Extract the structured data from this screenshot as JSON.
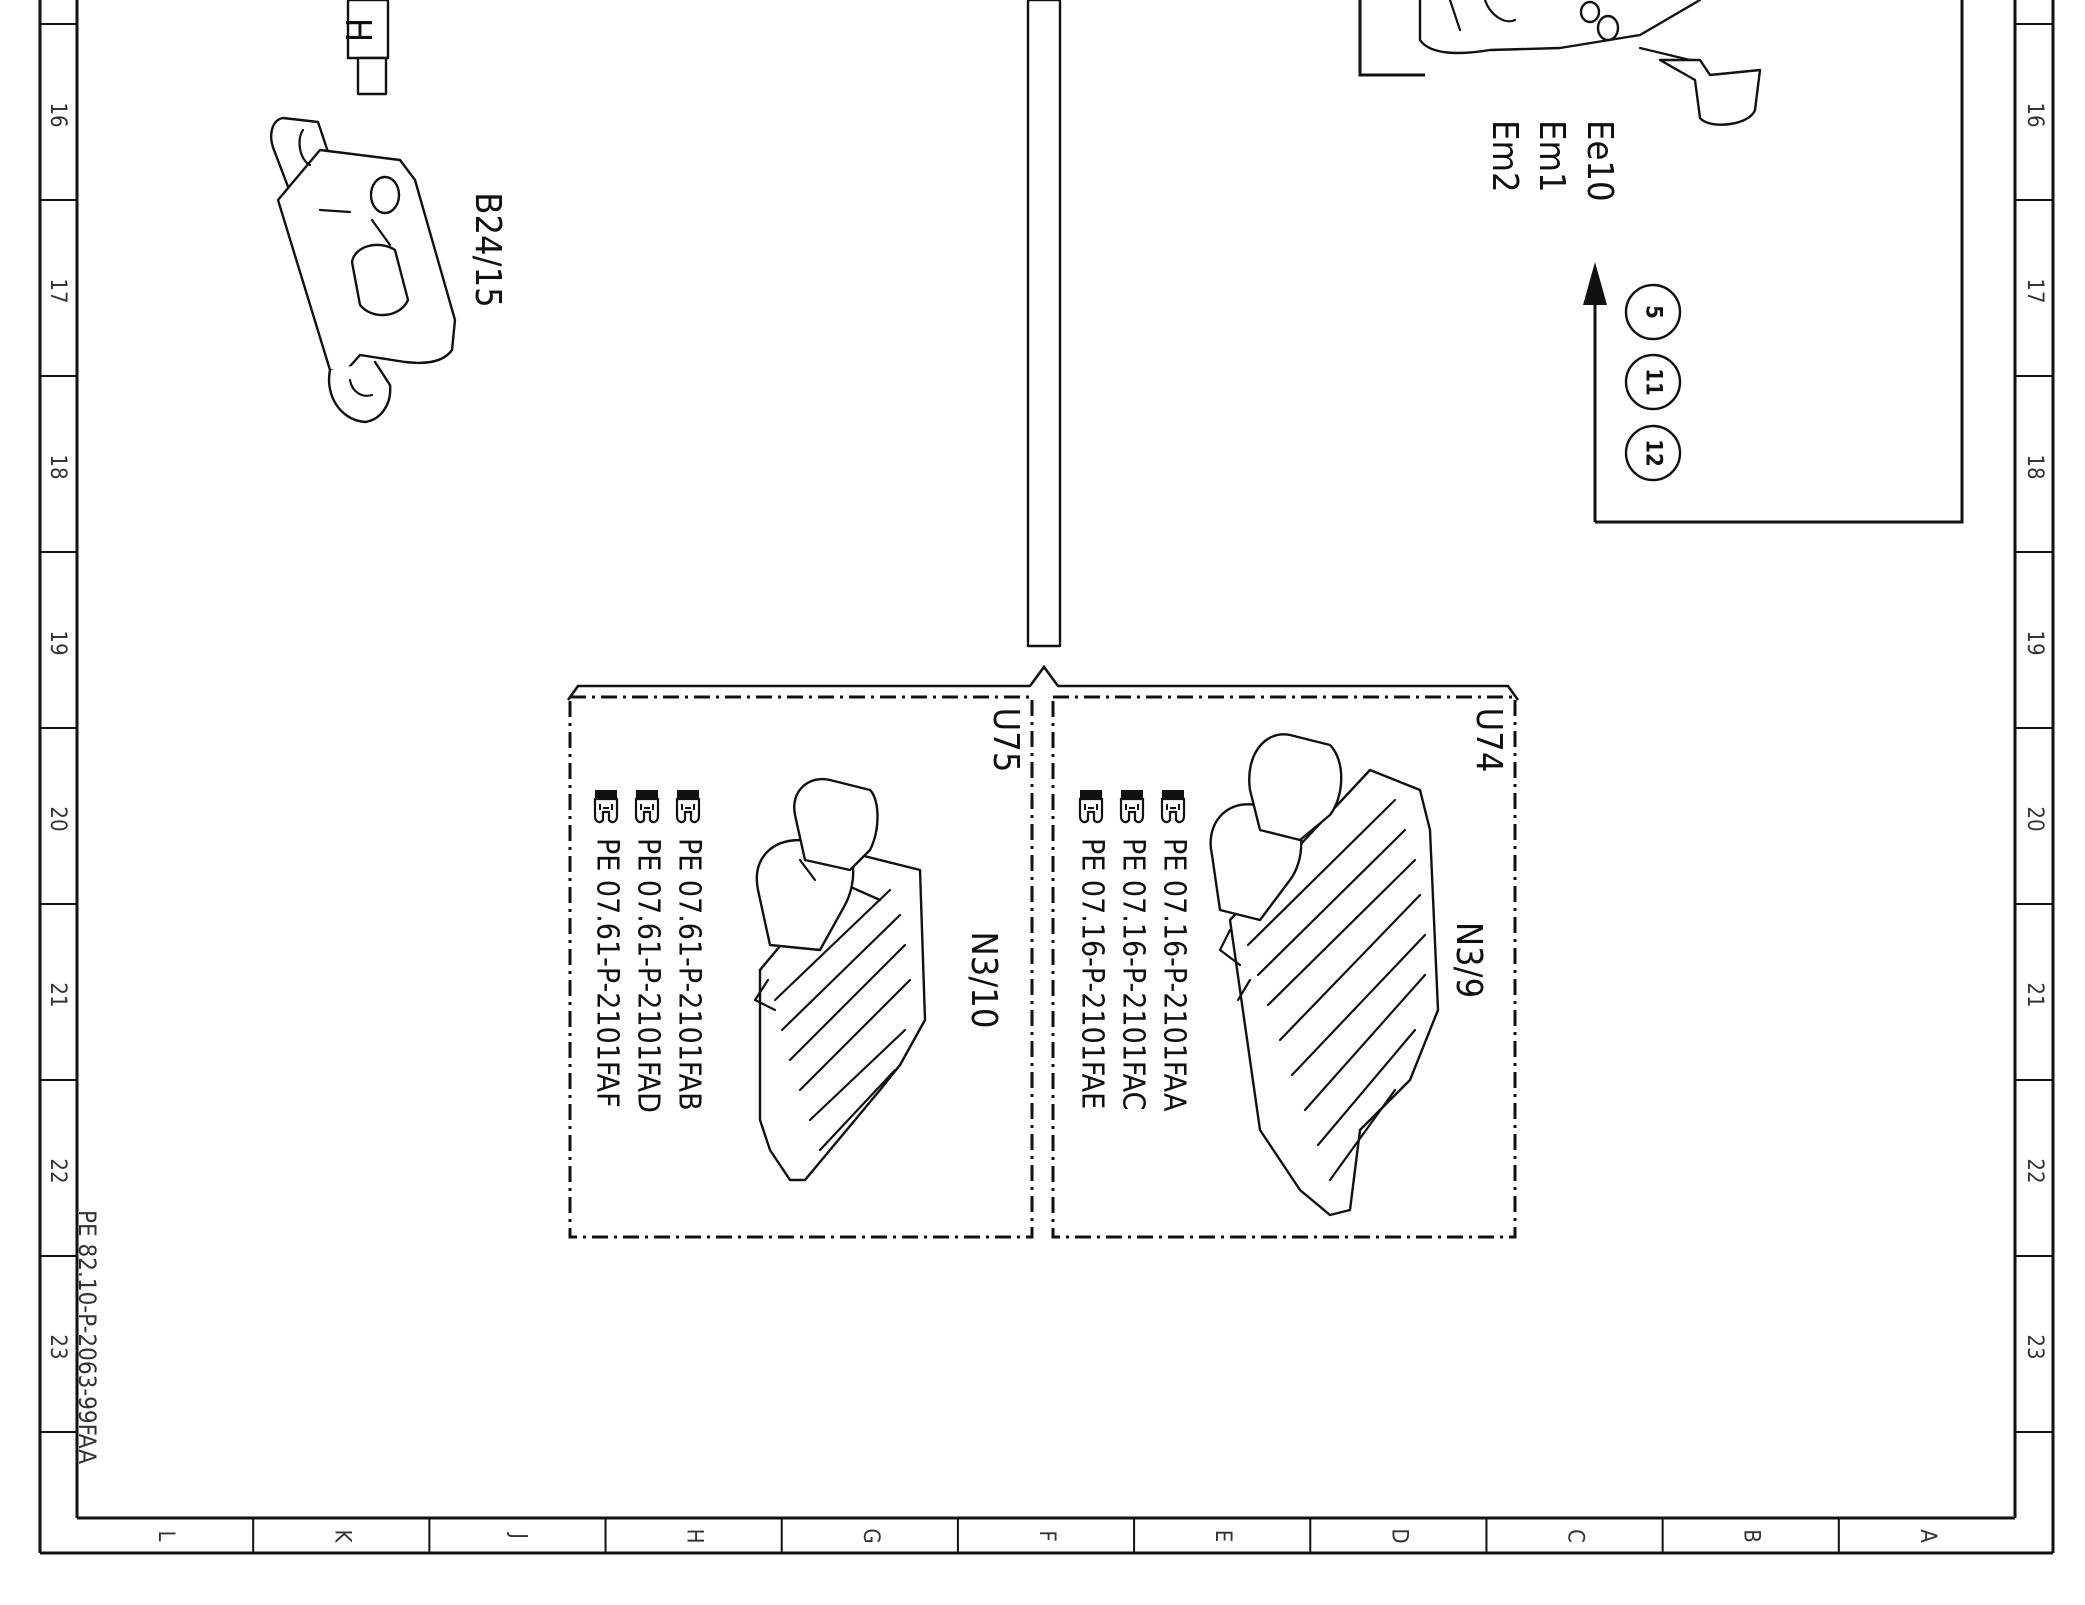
{
  "components": {
    "b24": "B24/15",
    "n3_9": "N3/9",
    "n3_10": "N3/10",
    "u74": "U74",
    "u75": "U75",
    "h_connector": "H"
  },
  "top_right": {
    "e_codes": [
      "Ee10",
      "Em1",
      "Em2"
    ],
    "circled": [
      "5",
      "11",
      "12"
    ]
  },
  "u74_refs": [
    "PE 07.16-P-2101FAA",
    "PE 07.16-P-2101FAC",
    "PE 07.16-P-2101FAE"
  ],
  "u75_refs": [
    "PE 07.61-P-2101FAB",
    "PE 07.61-P-2101FAD",
    "PE 07.61-P-2101FAF"
  ],
  "grid": {
    "rows": [
      "16",
      "17",
      "18",
      "19",
      "20",
      "21",
      "22",
      "23"
    ],
    "cols": [
      "L",
      "K",
      "J",
      "H",
      "G",
      "F",
      "E",
      "D",
      "C",
      "B",
      "A"
    ]
  },
  "footer_code": "PE 82.10-P-2063-99FAA",
  "icons": {
    "reference_mark": "pointing-hand-icon",
    "direction": "arrow-up-icon"
  }
}
